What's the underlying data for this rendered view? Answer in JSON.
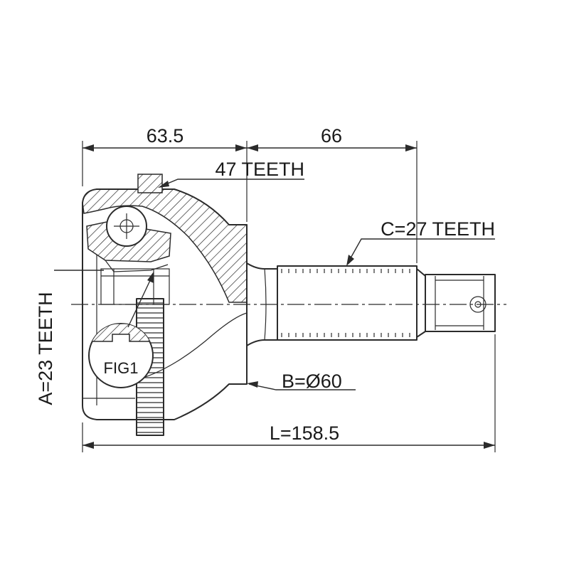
{
  "dimensions": {
    "outer_length": "63.5",
    "shaft_length": "66",
    "total_length": "L=158.5"
  },
  "callouts": {
    "outer_spline": "47 TEETH",
    "shaft_spline": "C=27 TEETH",
    "inner_spline": "A=23 TEETH",
    "seal_diameter": "B=Ø60"
  },
  "figure_label": "FIG1"
}
